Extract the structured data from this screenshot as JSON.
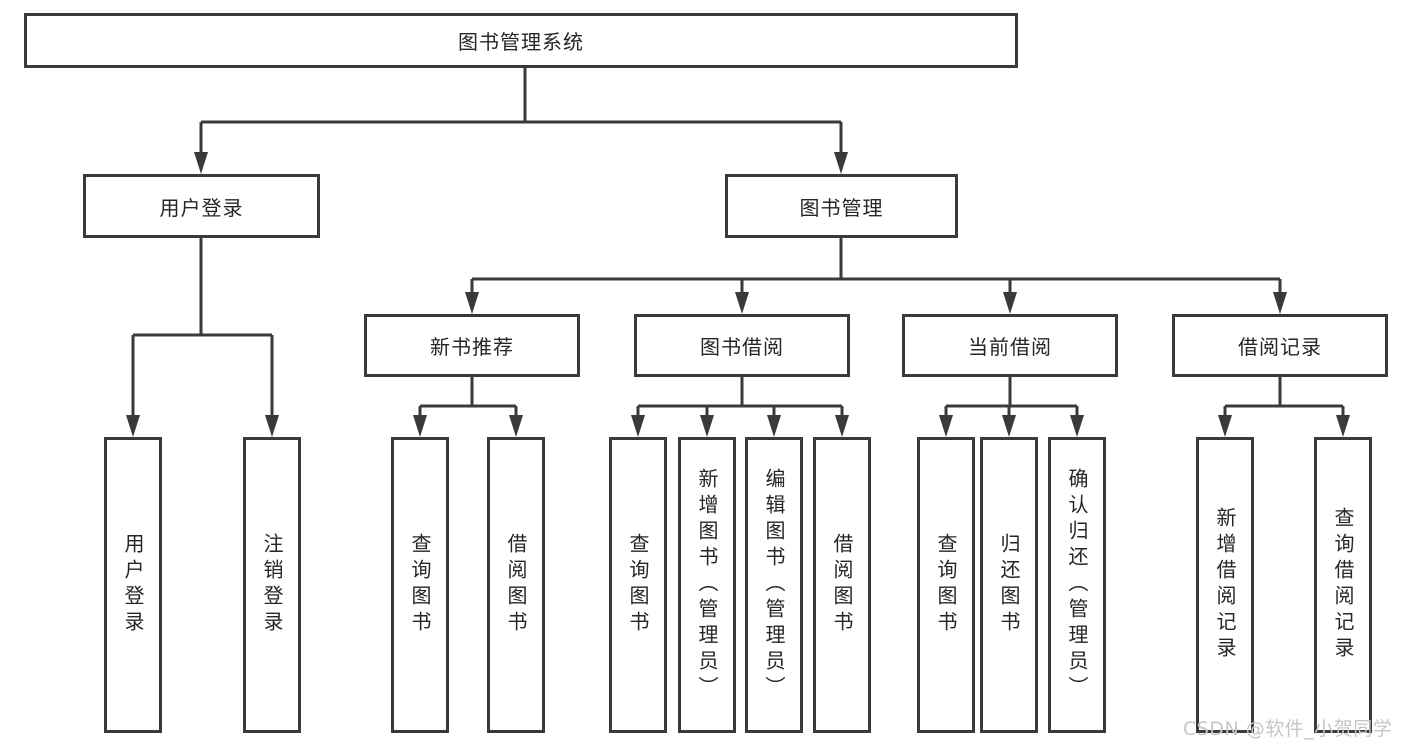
{
  "tree": {
    "root": {
      "label": "图书管理系统"
    },
    "branches": [
      {
        "label": "用户登录",
        "children": [
          {
            "label": "用户登录"
          },
          {
            "label": "注销登录"
          }
        ]
      },
      {
        "label": "图书管理",
        "children": [
          {
            "label": "新书推荐",
            "children": [
              {
                "label": "查询图书"
              },
              {
                "label": "借阅图书"
              }
            ]
          },
          {
            "label": "图书借阅",
            "children": [
              {
                "label": "查询图书"
              },
              {
                "label": "新增图书（管理员）"
              },
              {
                "label": "编辑图书（管理员）"
              },
              {
                "label": "借阅图书"
              }
            ]
          },
          {
            "label": "当前借阅",
            "children": [
              {
                "label": "查询图书"
              },
              {
                "label": "归还图书"
              },
              {
                "label": "确认归还（管理员）"
              }
            ]
          },
          {
            "label": "借阅记录",
            "children": [
              {
                "label": "新增借阅记录"
              },
              {
                "label": "查询借阅记录"
              }
            ]
          }
        ]
      }
    ]
  },
  "watermark": "CSDN @软件_小贺同学",
  "colors": {
    "line": "#3a3a3a",
    "box_border": "#3a3a3a",
    "text": "#262626",
    "watermark": "#c6c6c6",
    "background": "#ffffff"
  }
}
